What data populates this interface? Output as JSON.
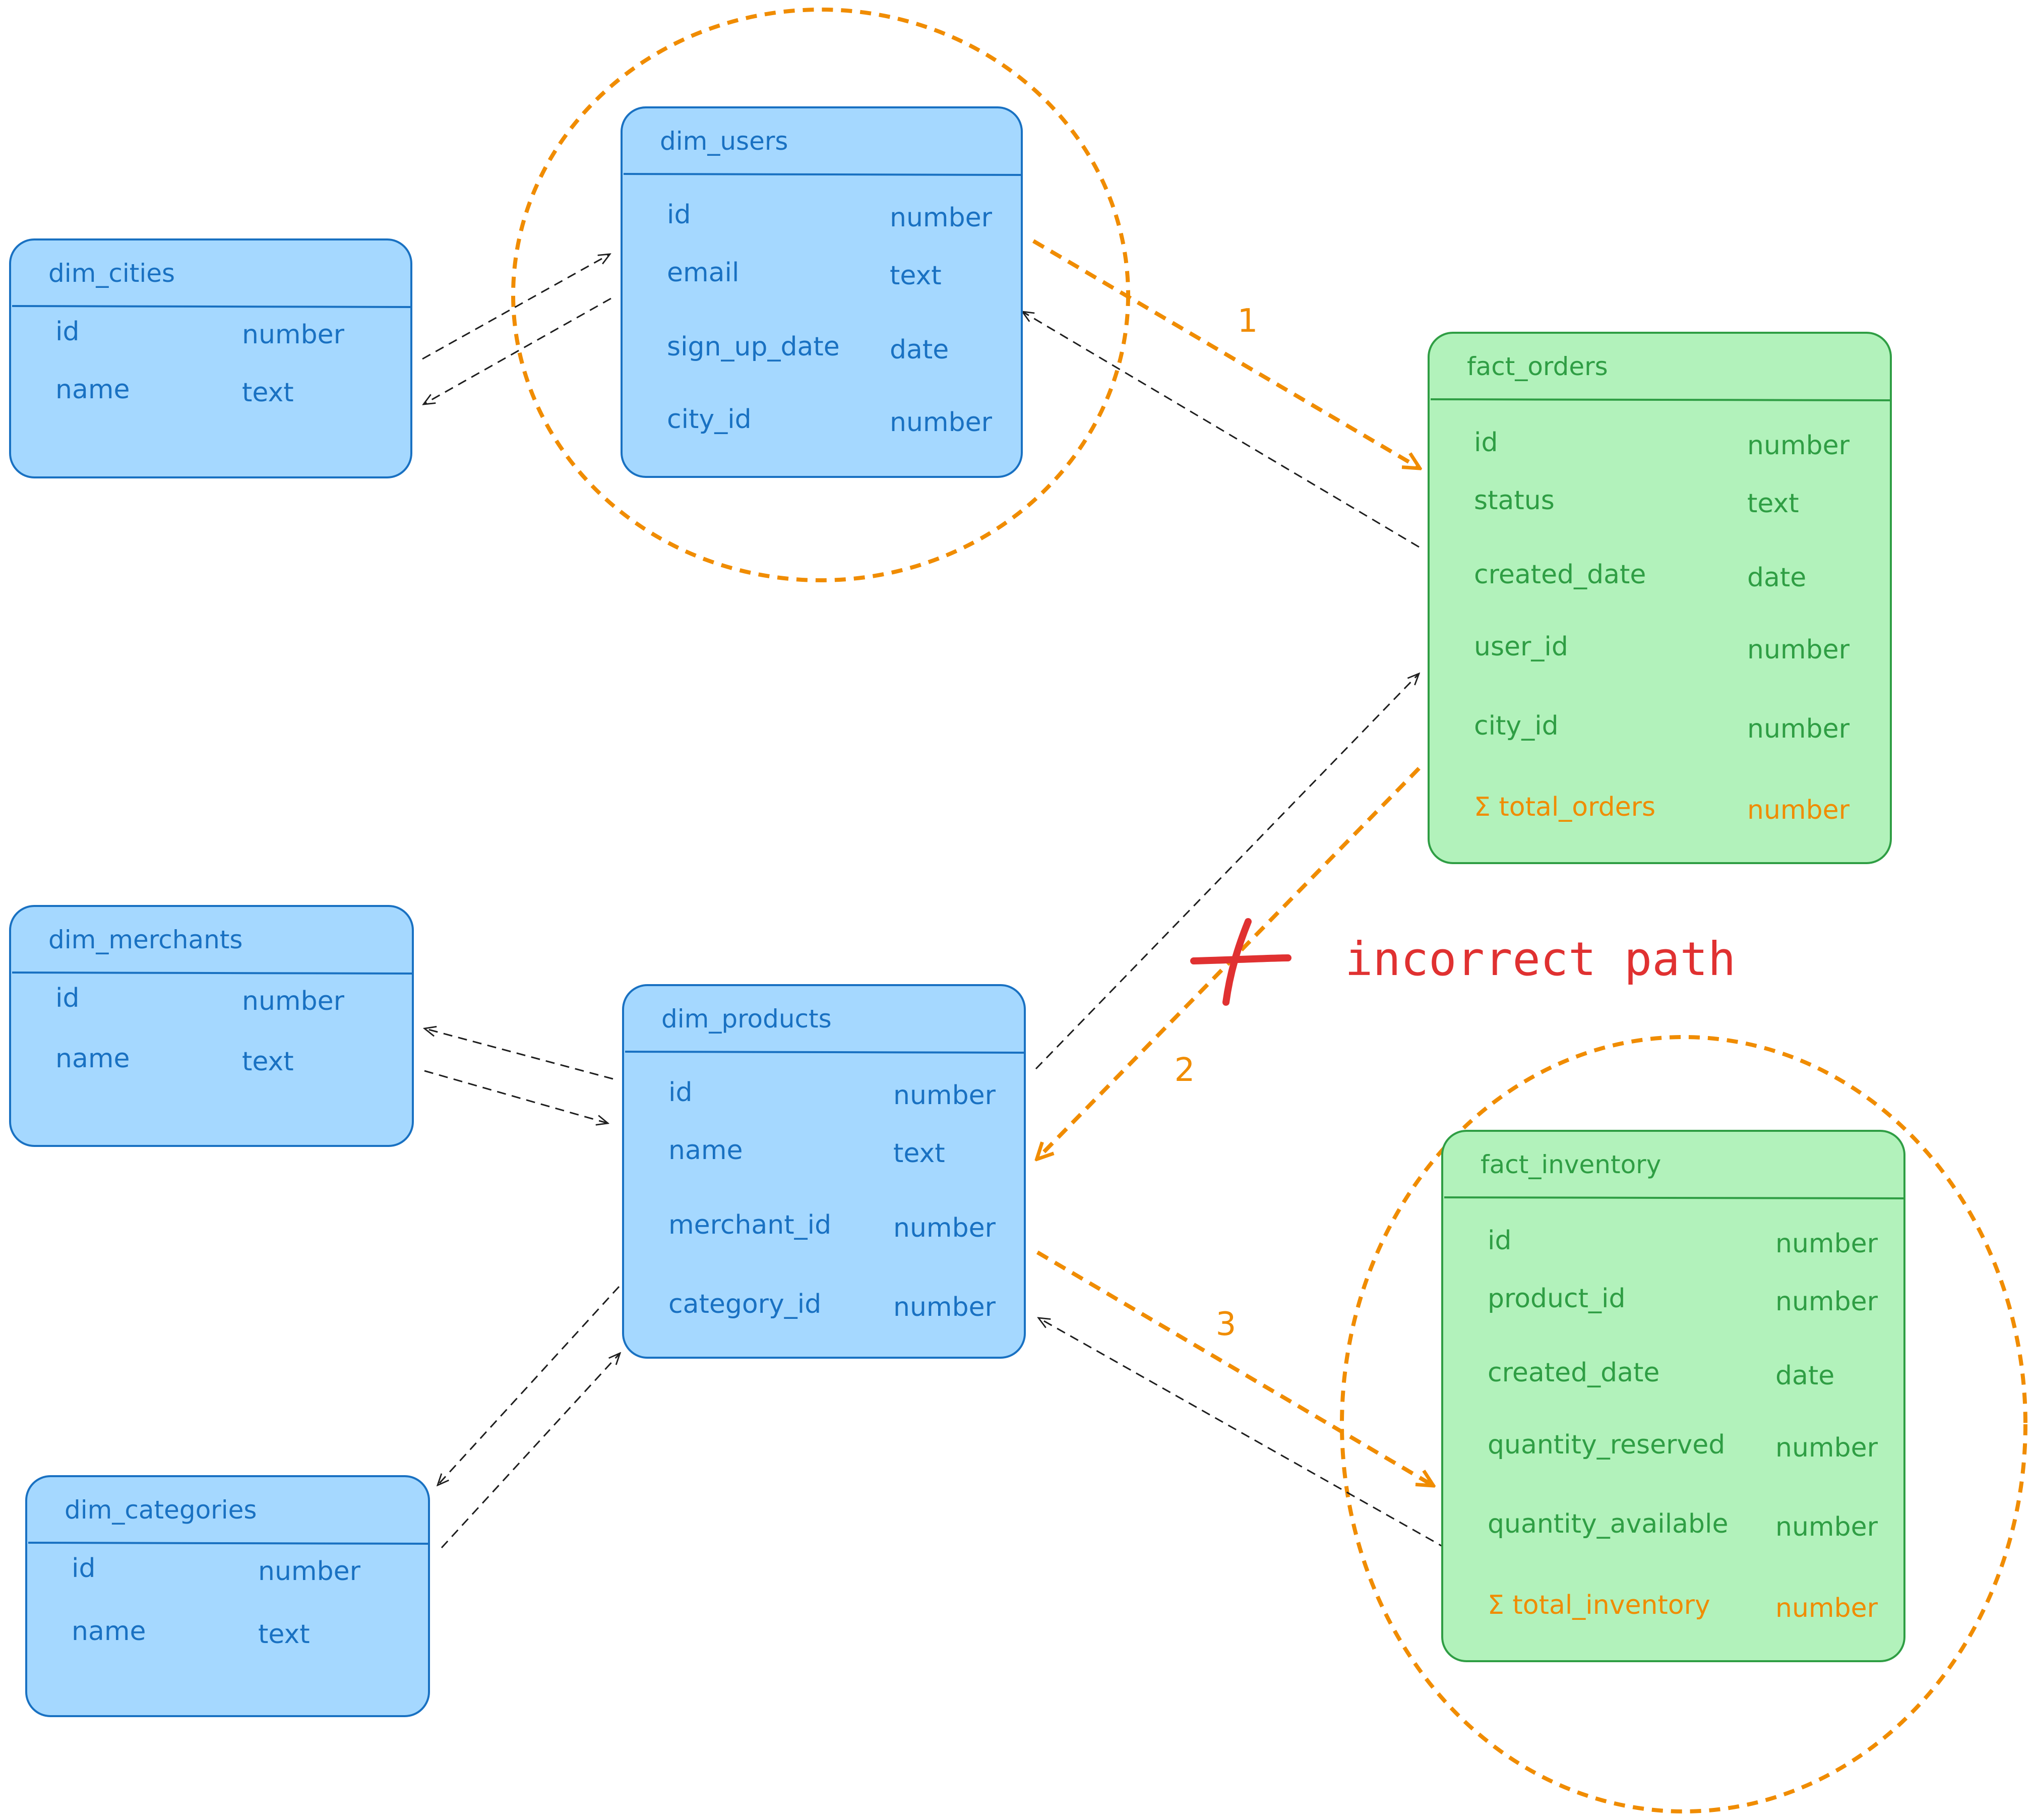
{
  "colors": {
    "dim_fill": "#a5d8ff",
    "dim_stroke": "#1971c2",
    "dim_text": "#1971c2",
    "fact_fill": "#b2f2bb",
    "fact_stroke": "#2f9e44",
    "fact_text": "#2f9e44",
    "measure": "#f08c00",
    "path": "#f08c00",
    "relation": "#1e1e1e",
    "incorrect": "#e03131"
  },
  "tables": {
    "dim_cities": {
      "name": "dim_cities",
      "fields": [
        {
          "name": "id",
          "type": "number"
        },
        {
          "name": "name",
          "type": "text"
        }
      ]
    },
    "dim_users": {
      "name": "dim_users",
      "fields": [
        {
          "name": "id",
          "type": "number"
        },
        {
          "name": "email",
          "type": "text"
        },
        {
          "name": "sign_up_date",
          "type": "date"
        },
        {
          "name": "city_id",
          "type": "number"
        }
      ]
    },
    "fact_orders": {
      "name": "fact_orders",
      "fields": [
        {
          "name": "id",
          "type": "number"
        },
        {
          "name": "status",
          "type": "text"
        },
        {
          "name": "created_date",
          "type": "date"
        },
        {
          "name": "user_id",
          "type": "number"
        },
        {
          "name": "city_id",
          "type": "number"
        },
        {
          "name": "Σ total_orders",
          "type": "number",
          "measure": true
        }
      ]
    },
    "dim_merchants": {
      "name": "dim_merchants",
      "fields": [
        {
          "name": "id",
          "type": "number"
        },
        {
          "name": "name",
          "type": "text"
        }
      ]
    },
    "dim_products": {
      "name": "dim_products",
      "fields": [
        {
          "name": "id",
          "type": "number"
        },
        {
          "name": "name",
          "type": "text"
        },
        {
          "name": "merchant_id",
          "type": "number"
        },
        {
          "name": "category_id",
          "type": "number"
        }
      ]
    },
    "dim_categories": {
      "name": "dim_categories",
      "fields": [
        {
          "name": "id",
          "type": "number"
        },
        {
          "name": "name",
          "type": "text"
        }
      ]
    },
    "fact_inventory": {
      "name": "fact_inventory",
      "fields": [
        {
          "name": "id",
          "type": "number"
        },
        {
          "name": "product_id",
          "type": "number"
        },
        {
          "name": "created_date",
          "type": "date"
        },
        {
          "name": "quantity_reserved",
          "type": "number"
        },
        {
          "name": "quantity_available",
          "type": "number"
        },
        {
          "name": "Σ total_inventory",
          "type": "number",
          "measure": true
        }
      ]
    }
  },
  "path_labels": {
    "step1": "1",
    "step2": "2",
    "step3": "3"
  },
  "annotation": {
    "text": "incorrect path"
  }
}
